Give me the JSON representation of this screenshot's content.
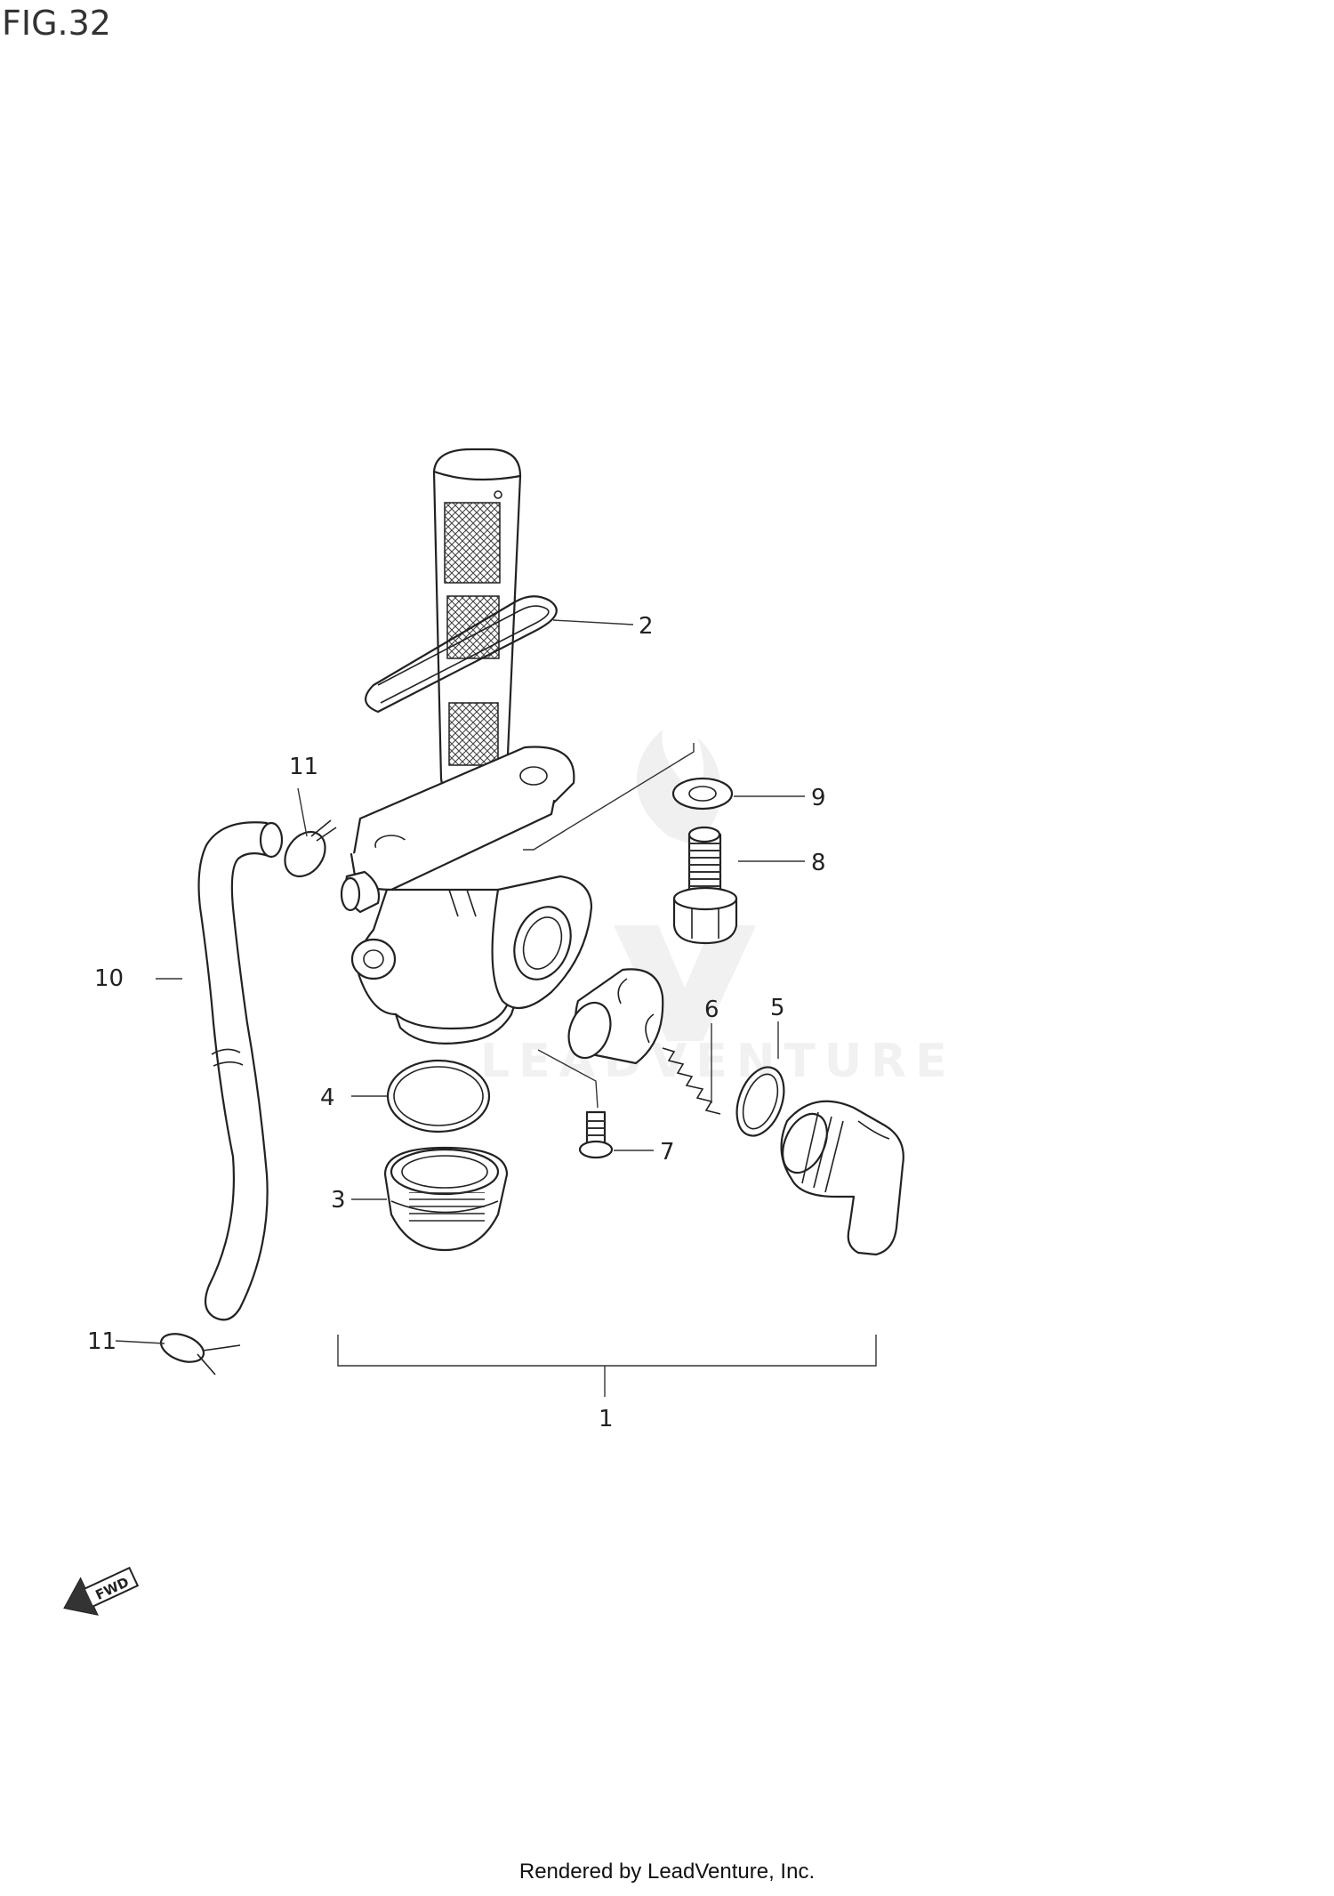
{
  "figure_title": "FIG.32",
  "watermark": "LEADVENTURE",
  "fwd_label": "FWD",
  "callouts": {
    "c1": "1",
    "c2": "2",
    "c3": "3",
    "c4": "4",
    "c5": "5",
    "c6": "6",
    "c7": "7",
    "c8": "8",
    "c9": "9",
    "c10": "10",
    "c11_top": "11",
    "c11_bottom": "11"
  },
  "footer": "Rendered by LeadVenture, Inc."
}
